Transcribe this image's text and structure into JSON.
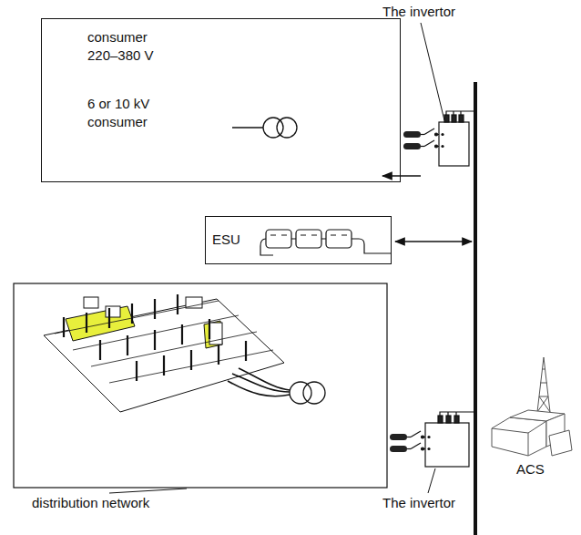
{
  "diagram": {
    "nodes": [
      {
        "text": [
          "consumer 220–380 V",
          "6 or 10 kV consumer"
        ]
      },
      {
        "text": [
          "ESU"
        ]
      }
    ],
    "labels": [
      "The invertor",
      "The invertor",
      "distribution network",
      "ACS"
    ]
  }
}
